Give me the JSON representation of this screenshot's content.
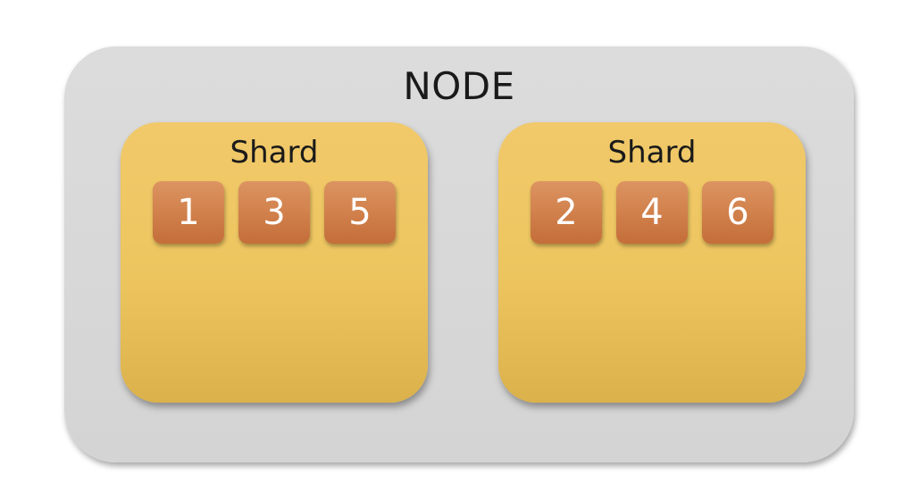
{
  "node": {
    "title": "NODE",
    "color": "#d8d8d8"
  },
  "shards": [
    {
      "title": "Shard",
      "items": [
        "1",
        "3",
        "5"
      ]
    },
    {
      "title": "Shard",
      "items": [
        "2",
        "4",
        "6"
      ]
    }
  ],
  "colors": {
    "shard": "#edc55f",
    "item": "#d07f4a",
    "item_text": "#ffffff"
  }
}
